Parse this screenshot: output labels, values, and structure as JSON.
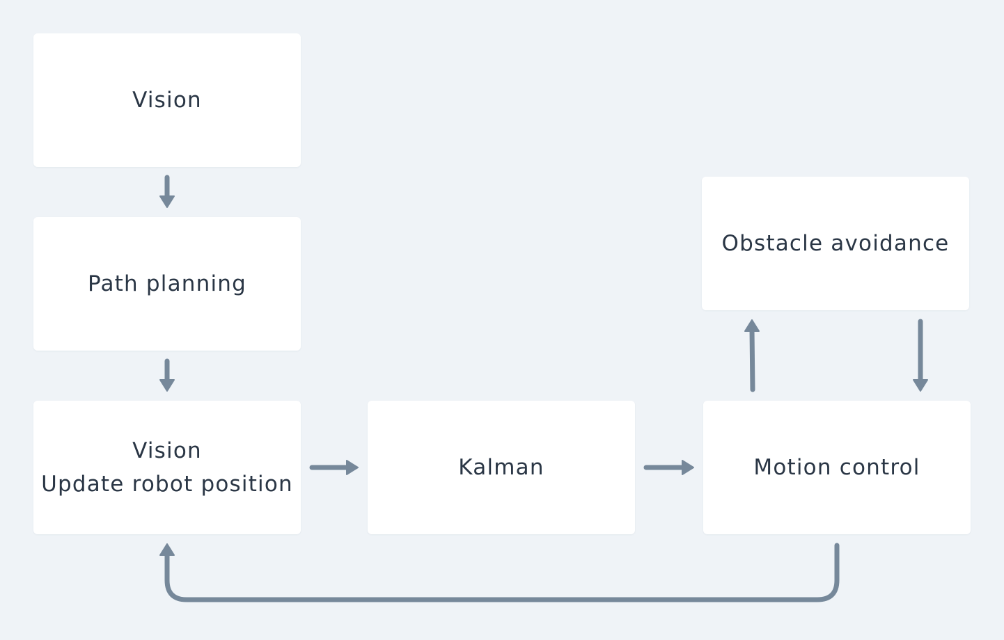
{
  "colors": {
    "background": "#eff3f7",
    "node_fill": "#ffffff",
    "text": "#2a3645",
    "edge": "#76889a"
  },
  "nodes": {
    "vision_top": {
      "lines": [
        "Vision"
      ]
    },
    "path_planning": {
      "lines": [
        "Path planning"
      ]
    },
    "vision_update": {
      "lines": [
        "Vision",
        "Update robot position"
      ]
    },
    "kalman": {
      "lines": [
        "Kalman"
      ]
    },
    "motion_control": {
      "lines": [
        "Motion control"
      ]
    },
    "obstacle_avoidance": {
      "lines": [
        "Obstacle avoidance"
      ]
    }
  },
  "edges": [
    {
      "from": "vision_top",
      "to": "path_planning"
    },
    {
      "from": "path_planning",
      "to": "vision_update"
    },
    {
      "from": "vision_update",
      "to": "kalman"
    },
    {
      "from": "kalman",
      "to": "motion_control"
    },
    {
      "from": "motion_control",
      "to": "obstacle_avoidance"
    },
    {
      "from": "obstacle_avoidance",
      "to": "motion_control"
    },
    {
      "from": "motion_control",
      "to": "vision_update"
    }
  ]
}
